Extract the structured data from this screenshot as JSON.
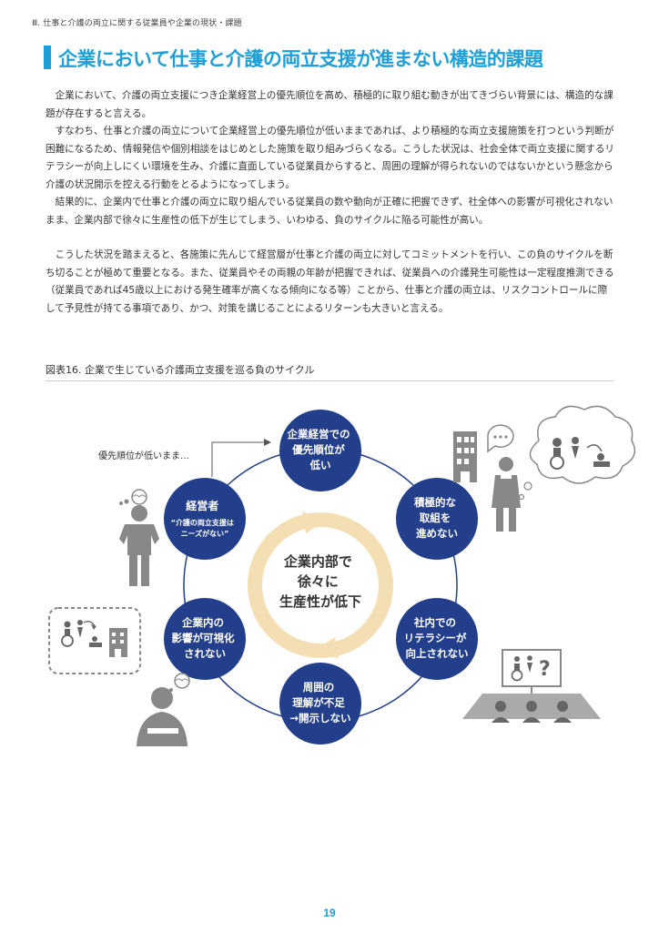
{
  "header": "Ⅲ. 仕事と介護の両立に関する従業員や企業の現状・課題",
  "title": "企業において仕事と介護の両立支援が進まない構造的課題",
  "paragraphs": [
    "企業において、介護の両立支援につき企業経営上の優先順位を高め、積極的に取り組む動きが出てきづらい背景には、構造的な課題が存在すると言える。",
    "すなわち、仕事と介護の両立について企業経営上の優先順位が低いままであれば、より積極的な両立支援施策を打つという判断が困難になるため、情報発信や個別相談をはじめとした施策を取り組みづらくなる。こうした状況は、社会全体で両立支援に関するリテラシーが向上しにくい環境を生み、介護に直面している従業員からすると、周囲の理解が得られないのではないかという懸念から介護の状況開示を控える行動をとるようになってしまう。",
    "結果的に、企業内で仕事と介護の両立に取り組んでいる従業員の数や動向が正確に把握できず、社全体への影響が可視化されないまま、企業内部で徐々に生産性の低下が生じてしまう、いわゆる、負のサイクルに陥る可能性が高い。",
    "こうした状況を踏まえると、各施策に先んじて経営層が仕事と介護の両立に対してコミットメントを行い、この負のサイクルを断ち切ることが極めて重要となる。また、従業員やその両親の年齢が把握できれば、従業員への介護発生可能性は一定程度推測できる（従業員であれば45歳以上における発生確率が高くなる傾向になる等）ことから、仕事と介護の両立は、リスクコントロールに際して予見性が持てる事項であり、かつ、対策を講じることによるリターンも大きいと言える。"
  ],
  "figure": {
    "caption": "図表16. 企業で生じている介護両立支援を巡る負のサイクル",
    "center": [
      "企業内部で",
      "徐々に",
      "生産性が低下"
    ],
    "annotation": "優先順位が低いまま…",
    "nodes": [
      {
        "lines": [
          "企業経営での",
          "優先順位が",
          "低い"
        ]
      },
      {
        "lines": [
          "積極的な",
          "取組を",
          "進めない"
        ]
      },
      {
        "lines": [
          "社内での",
          "リテラシーが",
          "向上されない"
        ]
      },
      {
        "lines": [
          "周囲の",
          "理解が不足",
          "→開示しない"
        ]
      },
      {
        "lines": [
          "企業内の",
          "影響が可視化",
          "されない"
        ]
      },
      {
        "lines": [
          "経営者",
          "“介護の両立支援は",
          "ニーズがない”"
        ]
      }
    ],
    "colors": {
      "node": "#233f8c",
      "arrow": "#f3dfb3",
      "ring": "#233f8c",
      "icon": "#888888",
      "accent": "#1f9fd8"
    }
  },
  "page_number": "19"
}
